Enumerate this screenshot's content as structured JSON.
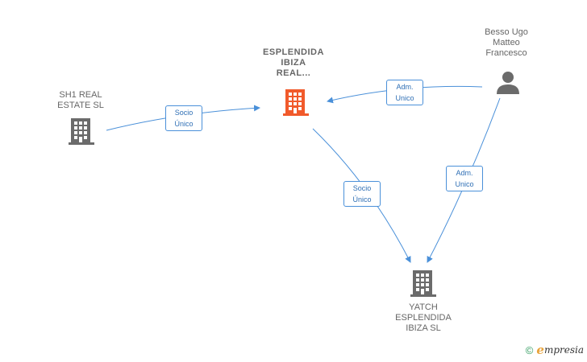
{
  "colors": {
    "edge": "#4a90d9",
    "main_company": "#f15a2b",
    "company": "#6b6b6b",
    "person": "#6b6b6b"
  },
  "nodes": {
    "main": {
      "line1": "ESPLENDIDA",
      "line2": "IBIZA",
      "line3": "REAL...",
      "icon": "building-icon"
    },
    "sh1": {
      "line1": "SH1 REAL",
      "line2": "ESTATE  SL",
      "icon": "building-icon"
    },
    "person": {
      "line1": "Besso Ugo",
      "line2": "Matteo",
      "line3": "Francesco",
      "icon": "person-icon"
    },
    "yatch": {
      "line1": "YATCH",
      "line2": "ESPLENDIDA",
      "line3": "IBIZA  SL",
      "icon": "building-icon"
    }
  },
  "edges": {
    "sh1_main": {
      "line1": "Socio",
      "line2": "Único"
    },
    "person_main": {
      "line1": "Adm.",
      "line2": "Unico"
    },
    "main_yatch": {
      "line1": "Socio",
      "line2": "Único"
    },
    "person_yatch": {
      "line1": "Adm.",
      "line2": "Unico"
    }
  },
  "brand": {
    "copyright": "©",
    "initial": "e",
    "name": "mpresia"
  }
}
